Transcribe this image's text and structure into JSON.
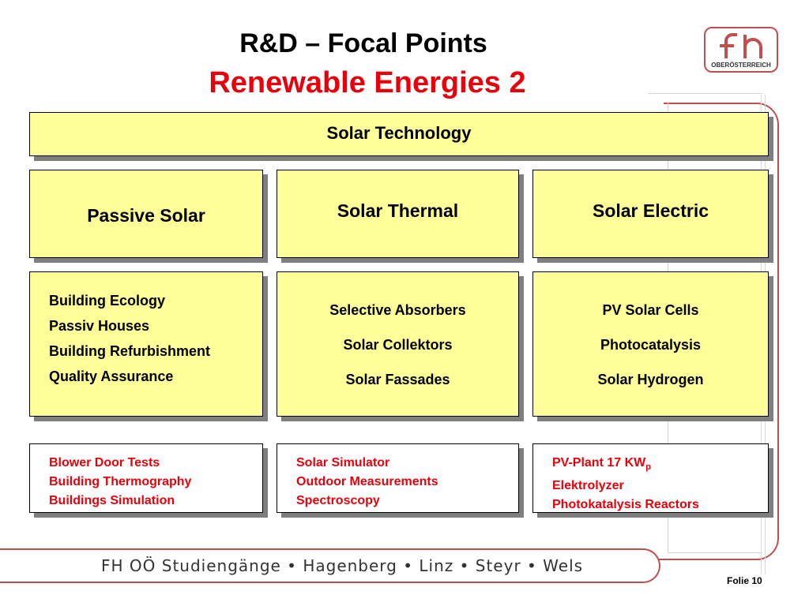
{
  "title": {
    "line1": "R&D – Focal Points",
    "line2": "Renewable Energies 2"
  },
  "logo": {
    "mark": "fh",
    "subtitle": "OBERÖSTERREICH"
  },
  "colors": {
    "title_red": "#e8000b",
    "box_yellow": "#ffff99",
    "frame_red": "#c0504d",
    "shadow_gray": "#7f7f7f"
  },
  "header_box": "Solar Technology",
  "columns": [
    {
      "heading": "Passive Solar",
      "topics": [
        "Building Ecology",
        "Passiv Houses",
        "Building Refurbishment",
        "Quality Assurance"
      ],
      "facilities": [
        "Blower Door Tests",
        "Building Thermography",
        "Buildings Simulation"
      ]
    },
    {
      "heading": "Solar Thermal",
      "topics": [
        "Selective Absorbers",
        "Solar Collektors",
        "Solar Fassades"
      ],
      "facilities": [
        "Solar Simulator",
        "Outdoor Measurements",
        "Spectroscopy"
      ]
    },
    {
      "heading": "Solar Electric",
      "topics": [
        "PV Solar Cells",
        "Photocatalysis",
        "Solar Hydrogen"
      ],
      "facilities": [
        "PV-Plant 17 KW",
        "Elektrolyzer",
        "Photokatalysis Reactors"
      ],
      "facility_subscript": "p"
    }
  ],
  "footer": {
    "text": "FH OÖ Studiengänge   • Hagenberg   • Linz   • Steyr   • Wels",
    "page": "Folie 10"
  }
}
